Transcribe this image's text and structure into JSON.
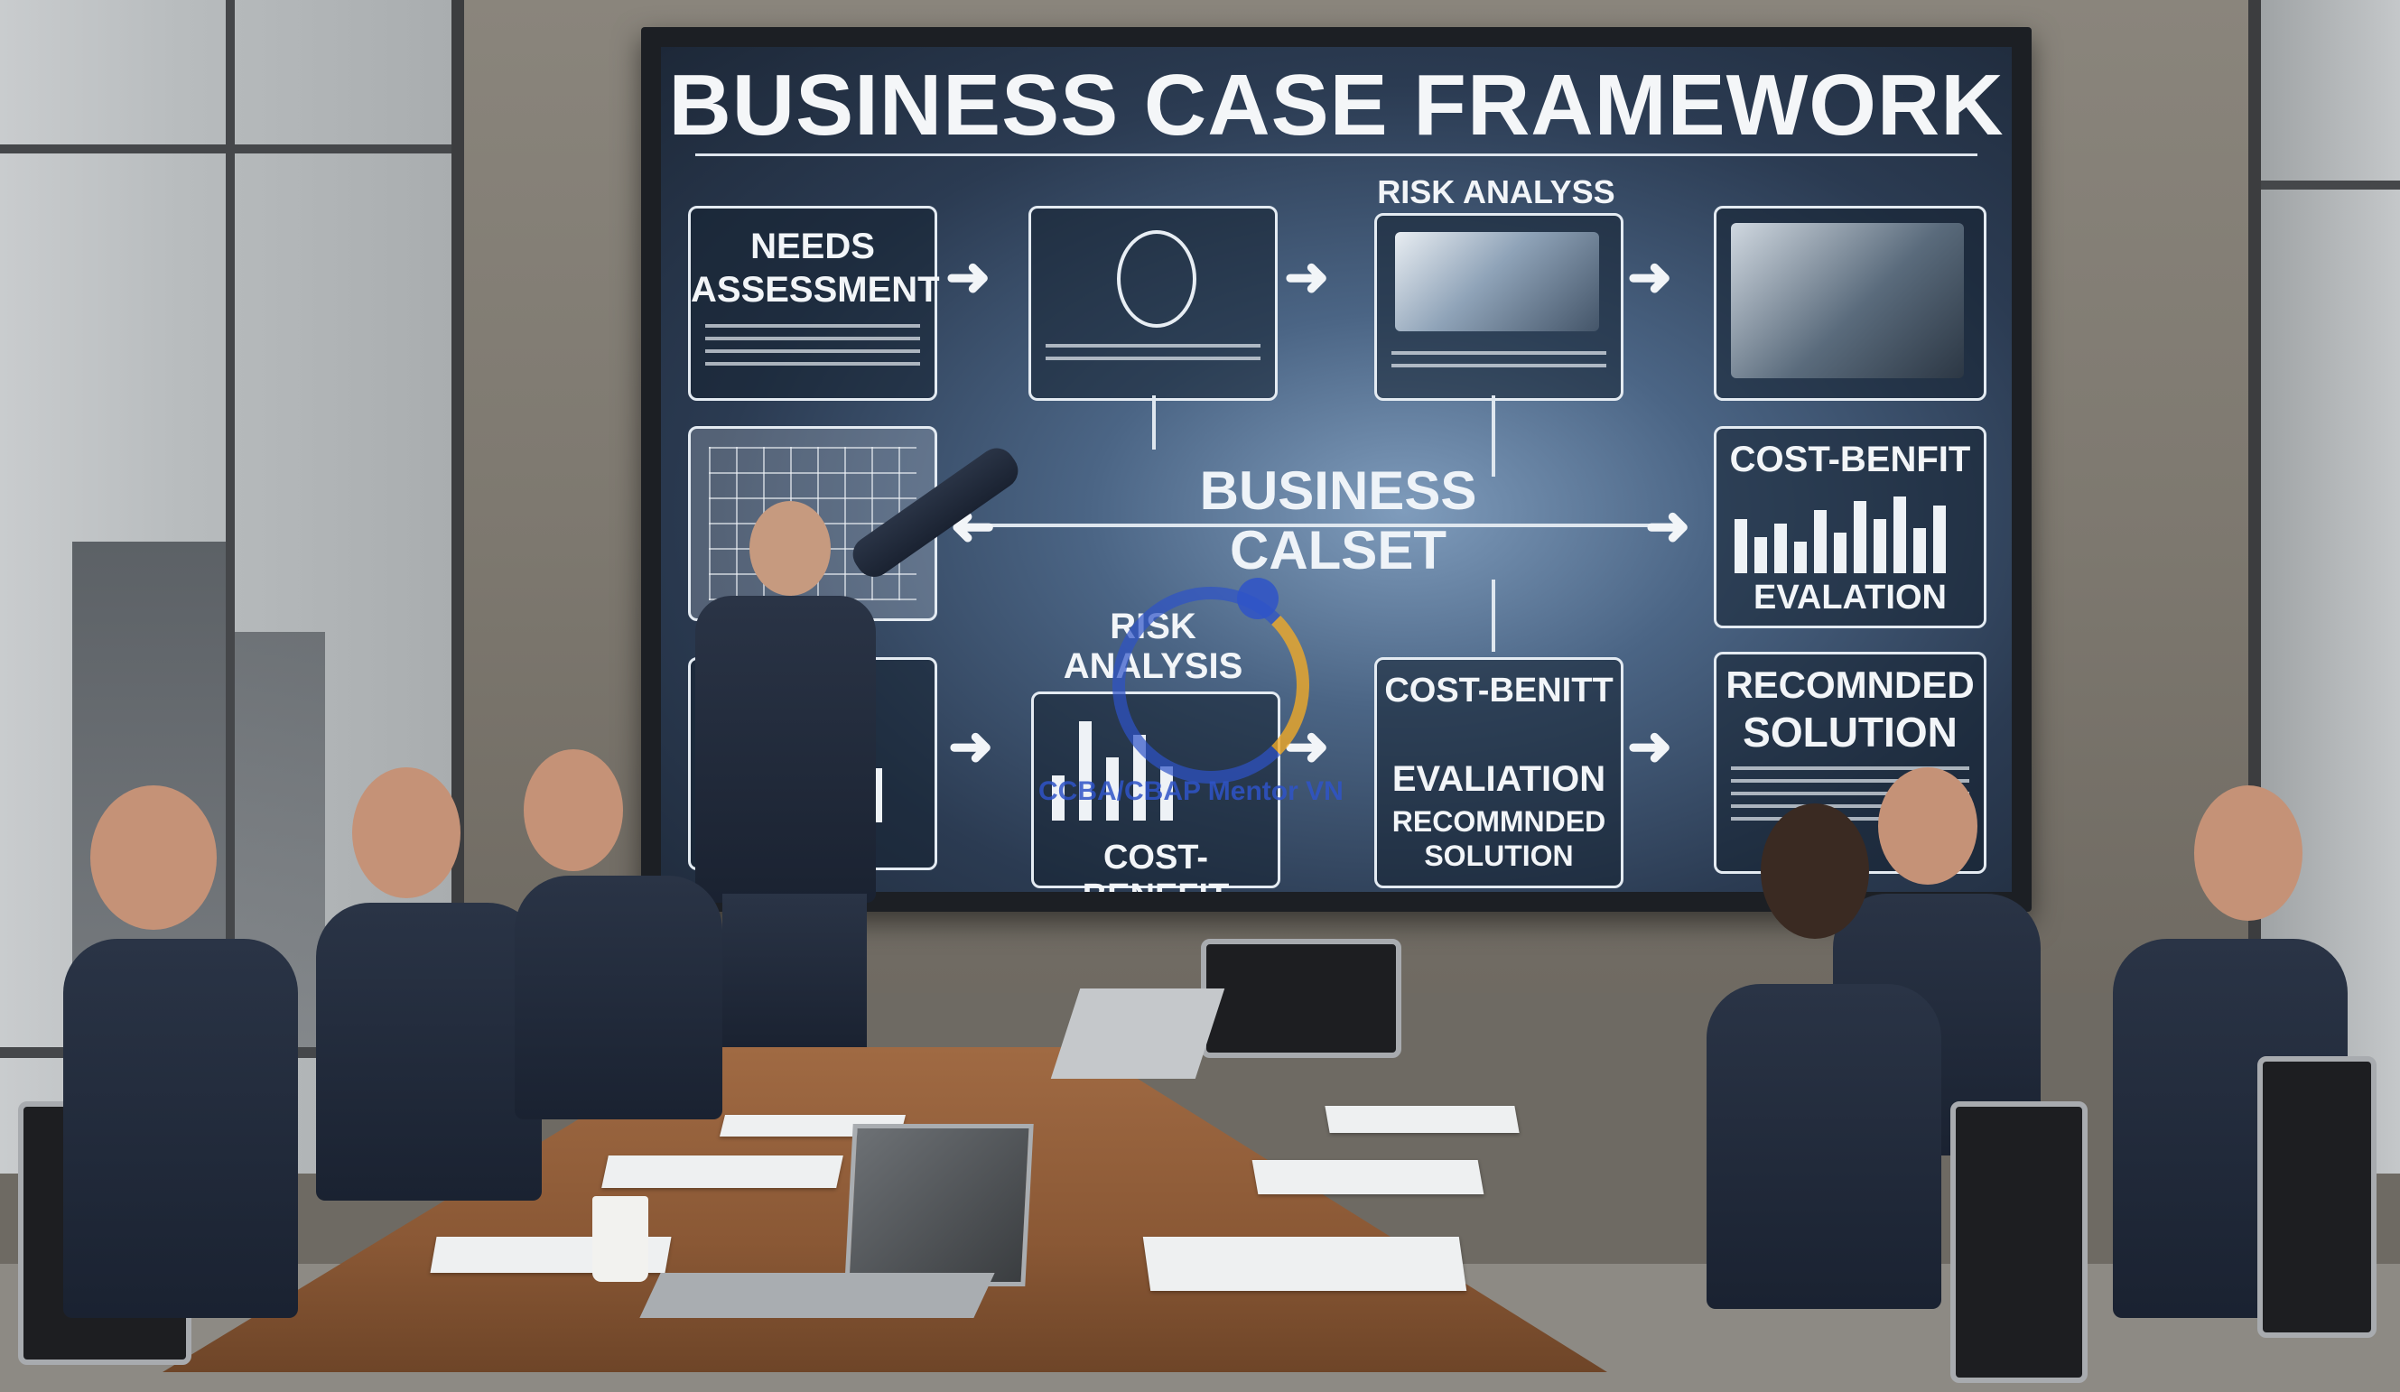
{
  "slide": {
    "title": "BUSINESS CASE FRAMEWORK",
    "center_line1": "BUSINESS",
    "center_line2": "CALSET",
    "cards": {
      "needs_assessment": "NEEDS ASSESSMENT",
      "risk_analysis_top": "RISK ANALYSS",
      "cost_benefit_right": "COST-BENFIT",
      "evaluation_right": "EVALATION",
      "risk_analysis_mid": "RISK ANALYSIS",
      "cost_benefit_mid": "COST-BENEFIT",
      "cost_benefit_center": "COST-BENITT",
      "evaluation_center": "EVALIATION",
      "recommended_center": "RECOMMNDED SOLUTION",
      "recommended_right_line1": "RECOMNDED",
      "recommended_right_line2": "SOLUTION"
    }
  },
  "watermark": {
    "text": "CCBA/CBAP Mentor VN",
    "color": "#2f54c8"
  },
  "colors": {
    "screen_glow": "#7f9cbc",
    "table_wood": "#8a5835",
    "suit": "#1a2231"
  }
}
